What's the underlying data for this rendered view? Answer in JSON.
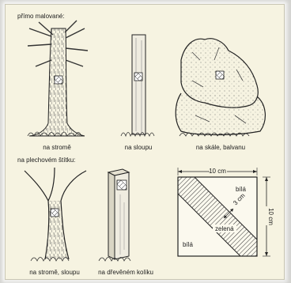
{
  "sections": {
    "painted": "přímo malované:",
    "plate": "na plechovém štítku:"
  },
  "captions": {
    "tree": "na stromě",
    "pole": "na sloupu",
    "rock": "na skále, balvanu",
    "tree_pole": "na stromě, sloupu",
    "wooden_post": "na dřevěném kolíku"
  },
  "diagram": {
    "width": "10 cm",
    "height": "10 cm",
    "stripe": "3 cm",
    "top_right": "bílá",
    "center": "zelená",
    "bottom_left": "bílá"
  }
}
